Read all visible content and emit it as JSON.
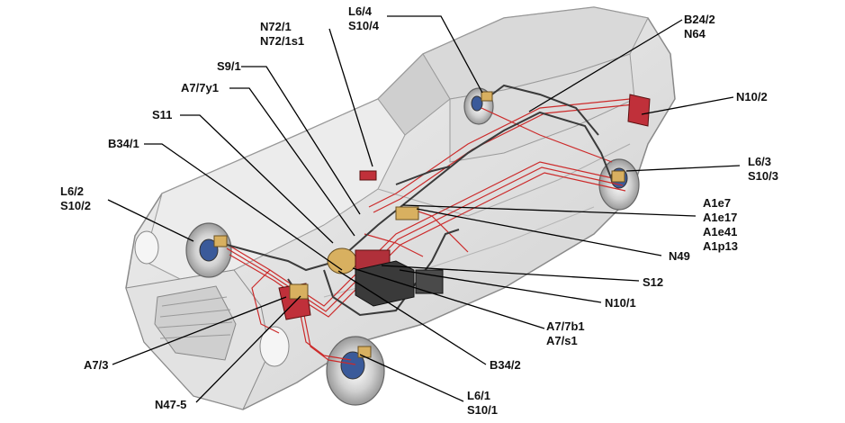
{
  "labels": {
    "l64_a": "L6/4",
    "l64_b": "S10/4",
    "b242_a": "B24/2",
    "b242_b": "N64",
    "n721_a": "N72/1",
    "n721_b": "N72/1s1",
    "s91": "S9/1",
    "a77y1": "A7/7y1",
    "s11": "S11",
    "b341": "B34/1",
    "l62_a": "L6/2",
    "l62_b": "S10/2",
    "n102": "N10/2",
    "l63_a": "L6/3",
    "l63_b": "S10/3",
    "a1_a": "A1e7",
    "a1_b": "A1e17",
    "a1_c": "A1e41",
    "a1_d": "A1p13",
    "n49": "N49",
    "s12": "S12",
    "n101": "N10/1",
    "a77b1_a": "A7/7b1",
    "a77b1_b": "A7/s1",
    "a73": "A7/3",
    "b342": "B34/2",
    "n475": "N47-5",
    "l61_a": "L6/1",
    "l61_b": "S10/1"
  },
  "colors": {
    "body": "#e6e6e6",
    "body_shade": "#c9c9c9",
    "outline": "#8a8a8a",
    "wiring": "#cc2a2a",
    "brake_line": "#3a3a3a",
    "leader": "#000000",
    "component": "#d8b060"
  }
}
